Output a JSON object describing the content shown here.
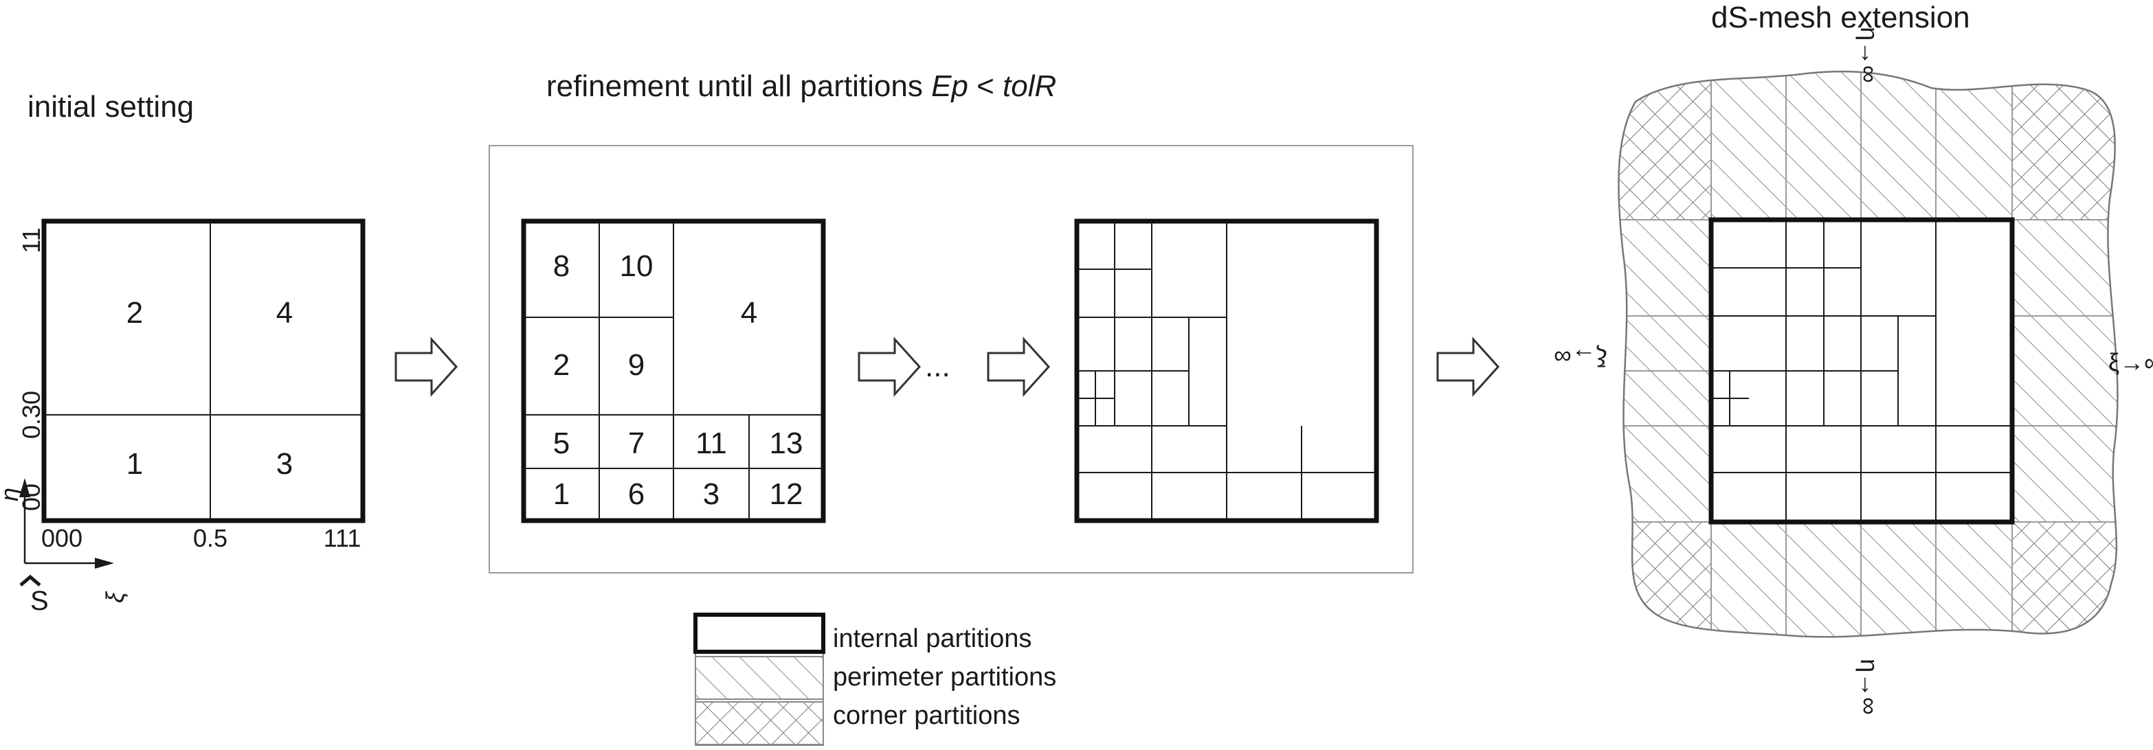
{
  "captions": {
    "initial": "initial setting",
    "refinement_prefix": "refinement until all partitions ",
    "refinement_ep": "Ep",
    "refinement_lt": " < ",
    "refinement_tol": "tolR",
    "extension": "dS-mesh extension"
  },
  "initial_grid": {
    "cells": [
      "2",
      "4",
      "1",
      "3"
    ],
    "x_ticks": [
      "000",
      "0.5",
      "111"
    ],
    "y_ticks": [
      "00",
      "0.30",
      "11"
    ],
    "eta": "η",
    "xi": "ξ",
    "s_hat": "S"
  },
  "refined_grid": {
    "cells": [
      "8",
      "10",
      "4",
      "2",
      "9",
      "5",
      "7",
      "11",
      "13",
      "1",
      "6",
      "3",
      "12"
    ]
  },
  "ellipsis": "...",
  "extension_labels": {
    "top": "η→∞",
    "bottom": "η→∞",
    "left": "ξ→∞",
    "right": "ξ→∞"
  },
  "legend": {
    "internal": "internal partitions",
    "perimeter": "perimeter partitions",
    "corner": "corner partitions"
  }
}
